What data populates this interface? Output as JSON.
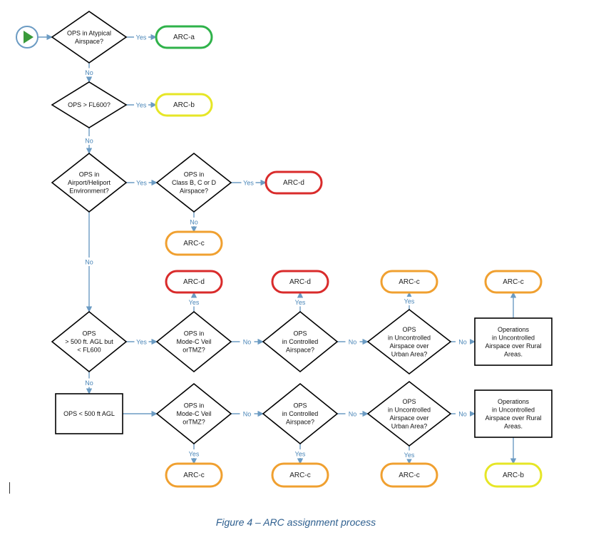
{
  "caption": "Figure 4 – ARC assignment process",
  "colors": {
    "green": "#2fb24a",
    "yellow": "#e6e626",
    "red": "#d92b2b",
    "orange": "#f0a030",
    "connector": "#6b9bc3",
    "start": "#3a9a3a"
  },
  "start_icon": "play-icon",
  "nodes": [
    {
      "id": "d1",
      "shape": "diamond",
      "lines": [
        "OPS in Atypical",
        "Airspace?"
      ]
    },
    {
      "id": "arc_a",
      "shape": "terminal",
      "color": "green",
      "lines": [
        "ARC-a"
      ]
    },
    {
      "id": "d2",
      "shape": "diamond",
      "lines": [
        "OPS > FL600?"
      ]
    },
    {
      "id": "arc_b1",
      "shape": "terminal",
      "color": "yellow",
      "lines": [
        "ARC-b"
      ]
    },
    {
      "id": "d3",
      "shape": "diamond",
      "lines": [
        "OPS in",
        "Airport/Heliport",
        "Environment?"
      ]
    },
    {
      "id": "d4",
      "shape": "diamond",
      "lines": [
        "OPS in",
        "Class B, C or D",
        "Airspace?"
      ]
    },
    {
      "id": "arc_d1",
      "shape": "terminal",
      "color": "red",
      "lines": [
        "ARC-d"
      ]
    },
    {
      "id": "arc_c1",
      "shape": "terminal",
      "color": "orange",
      "lines": [
        "ARC-c"
      ]
    },
    {
      "id": "d5",
      "shape": "diamond",
      "lines": [
        "OPS",
        "> 500 ft. AGL but",
        "< FL600"
      ]
    },
    {
      "id": "d6",
      "shape": "diamond",
      "lines": [
        "OPS in",
        "Mode-C Veil",
        "orTMZ?"
      ]
    },
    {
      "id": "arc_d2",
      "shape": "terminal",
      "color": "red",
      "lines": [
        "ARC-d"
      ]
    },
    {
      "id": "d7",
      "shape": "diamond",
      "lines": [
        "OPS",
        "in Controlled",
        "Airspace?"
      ]
    },
    {
      "id": "arc_d3",
      "shape": "terminal",
      "color": "red",
      "lines": [
        "ARC-d"
      ]
    },
    {
      "id": "d8",
      "shape": "diamond",
      "lines": [
        "OPS",
        "in Uncontrolled",
        "Airspace over",
        "Urban Area?"
      ]
    },
    {
      "id": "arc_c2",
      "shape": "terminal",
      "color": "orange",
      "lines": [
        "ARC-c"
      ]
    },
    {
      "id": "r1",
      "shape": "rect",
      "lines": [
        "Operations",
        "in Uncontrolled",
        "Airspace over Rural",
        "Areas."
      ]
    },
    {
      "id": "arc_c3",
      "shape": "terminal",
      "color": "orange",
      "lines": [
        "ARC-c"
      ]
    },
    {
      "id": "r2",
      "shape": "rect",
      "lines": [
        "OPS < 500 ft AGL"
      ]
    },
    {
      "id": "d9",
      "shape": "diamond",
      "lines": [
        "OPS in",
        "Mode-C Veil",
        "orTMZ?"
      ]
    },
    {
      "id": "arc_c4",
      "shape": "terminal",
      "color": "orange",
      "lines": [
        "ARC-c"
      ]
    },
    {
      "id": "d10",
      "shape": "diamond",
      "lines": [
        "OPS",
        "in Controlled",
        "Airspace?"
      ]
    },
    {
      "id": "arc_c5",
      "shape": "terminal",
      "color": "orange",
      "lines": [
        "ARC-c"
      ]
    },
    {
      "id": "d11",
      "shape": "diamond",
      "lines": [
        "OPS",
        "in Uncontrolled",
        "Airspace over",
        "Urban Area?"
      ]
    },
    {
      "id": "arc_c6",
      "shape": "terminal",
      "color": "orange",
      "lines": [
        "ARC-c"
      ]
    },
    {
      "id": "r3",
      "shape": "rect",
      "lines": [
        "Operations",
        "in Uncontrolled",
        "Airspace over Rural",
        "Areas."
      ]
    },
    {
      "id": "arc_b2",
      "shape": "terminal",
      "color": "yellow",
      "lines": [
        "ARC-b"
      ]
    }
  ],
  "edges": [
    {
      "from": "start",
      "to": "d1",
      "label": ""
    },
    {
      "from": "d1",
      "to": "arc_a",
      "label": "Yes"
    },
    {
      "from": "d1",
      "to": "d2",
      "label": "No"
    },
    {
      "from": "d2",
      "to": "arc_b1",
      "label": "Yes"
    },
    {
      "from": "d2",
      "to": "d3",
      "label": "No"
    },
    {
      "from": "d3",
      "to": "d4",
      "label": "Yes"
    },
    {
      "from": "d4",
      "to": "arc_d1",
      "label": "Yes"
    },
    {
      "from": "d4",
      "to": "arc_c1",
      "label": "No"
    },
    {
      "from": "d3",
      "to": "d5",
      "label": "No"
    },
    {
      "from": "d5",
      "to": "d6",
      "label": "Yes"
    },
    {
      "from": "d6",
      "to": "arc_d2",
      "label": "Yes"
    },
    {
      "from": "d6",
      "to": "d7",
      "label": "No"
    },
    {
      "from": "d7",
      "to": "arc_d3",
      "label": "Yes"
    },
    {
      "from": "d7",
      "to": "d8",
      "label": "No"
    },
    {
      "from": "d8",
      "to": "arc_c2",
      "label": "Yes"
    },
    {
      "from": "d8",
      "to": "r1",
      "label": "No"
    },
    {
      "from": "r1",
      "to": "arc_c3",
      "label": ""
    },
    {
      "from": "d5",
      "to": "r2",
      "label": "No"
    },
    {
      "from": "r2",
      "to": "d9",
      "label": ""
    },
    {
      "from": "d9",
      "to": "arc_c4",
      "label": "Yes"
    },
    {
      "from": "d9",
      "to": "d10",
      "label": "No"
    },
    {
      "from": "d10",
      "to": "arc_c5",
      "label": "Yes"
    },
    {
      "from": "d10",
      "to": "d11",
      "label": "No"
    },
    {
      "from": "d11",
      "to": "arc_c6",
      "label": "Yes"
    },
    {
      "from": "d11",
      "to": "r3",
      "label": "No"
    },
    {
      "from": "r3",
      "to": "arc_b2",
      "label": ""
    }
  ]
}
